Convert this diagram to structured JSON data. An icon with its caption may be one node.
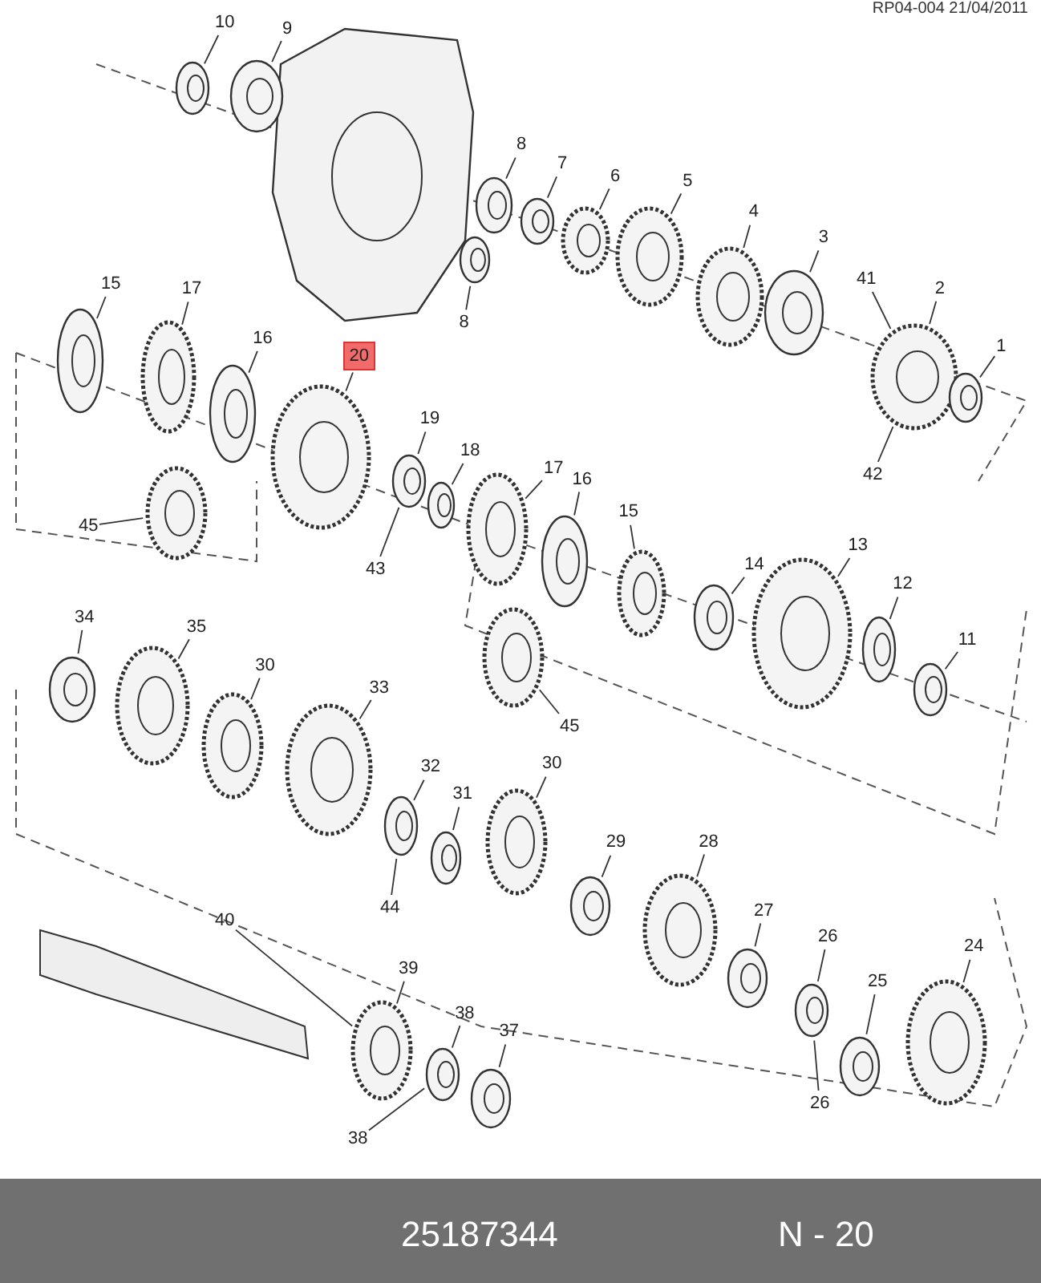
{
  "diagram": {
    "nodes": [
      {
        "text": [
          "10"
        ]
      },
      {
        "text": [
          "9"
        ]
      },
      {
        "text": [
          "8"
        ]
      },
      {
        "text": [
          "7"
        ]
      },
      {
        "text": [
          "6"
        ]
      },
      {
        "text": [
          "5"
        ]
      },
      {
        "text": [
          "8"
        ]
      },
      {
        "text": [
          "4"
        ]
      },
      {
        "text": [
          "3"
        ]
      },
      {
        "text": [
          "41"
        ]
      },
      {
        "text": [
          "2"
        ]
      },
      {
        "text": [
          "1"
        ]
      },
      {
        "text": [
          "42"
        ]
      },
      {
        "text": [
          "15"
        ]
      },
      {
        "text": [
          "17"
        ]
      },
      {
        "text": [
          "16"
        ]
      },
      {
        "text": [
          "20"
        ]
      },
      {
        "text": [
          "19"
        ]
      },
      {
        "text": [
          "18"
        ]
      },
      {
        "text": [
          "45"
        ]
      },
      {
        "text": [
          "43"
        ]
      },
      {
        "text": [
          "17"
        ]
      },
      {
        "text": [
          "16"
        ]
      },
      {
        "text": [
          "15"
        ]
      },
      {
        "text": [
          "14"
        ]
      },
      {
        "text": [
          "13"
        ]
      },
      {
        "text": [
          "12"
        ]
      },
      {
        "text": [
          "11"
        ]
      },
      {
        "text": [
          "45"
        ]
      },
      {
        "text": [
          "34"
        ]
      },
      {
        "text": [
          "35"
        ]
      },
      {
        "text": [
          "30"
        ]
      },
      {
        "text": [
          "33"
        ]
      },
      {
        "text": [
          "32"
        ]
      },
      {
        "text": [
          "31"
        ]
      },
      {
        "text": [
          "44"
        ]
      },
      {
        "text": [
          "30"
        ]
      },
      {
        "text": [
          "29"
        ]
      },
      {
        "text": [
          "28"
        ]
      },
      {
        "text": [
          "27"
        ]
      },
      {
        "text": [
          "26"
        ]
      },
      {
        "text": [
          "25"
        ]
      },
      {
        "text": [
          "24"
        ]
      },
      {
        "text": [
          "26"
        ]
      },
      {
        "text": [
          "40"
        ]
      },
      {
        "text": [
          "39"
        ]
      },
      {
        "text": [
          "38"
        ]
      },
      {
        "text": [
          "37"
        ]
      },
      {
        "text": [
          "38"
        ]
      }
    ],
    "edges": [
      {
        "from": 0,
        "to": null,
        "arrow": "none"
      },
      {
        "from": 1,
        "to": null,
        "arrow": "none"
      },
      {
        "from": 2,
        "to": null,
        "arrow": "none"
      },
      {
        "from": 3,
        "to": null,
        "arrow": "none"
      },
      {
        "from": 4,
        "to": null,
        "arrow": "none"
      },
      {
        "from": 5,
        "to": null,
        "arrow": "none"
      },
      {
        "from": 6,
        "to": null,
        "arrow": "none"
      },
      {
        "from": 7,
        "to": null,
        "arrow": "none"
      },
      {
        "from": 8,
        "to": null,
        "arrow": "none"
      },
      {
        "from": 9,
        "to": null,
        "arrow": "none"
      },
      {
        "from": 10,
        "to": null,
        "arrow": "none"
      },
      {
        "from": 11,
        "to": null,
        "arrow": "none"
      },
      {
        "from": 12,
        "to": null,
        "arrow": "none"
      },
      {
        "from": 13,
        "to": null,
        "arrow": "none"
      },
      {
        "from": 14,
        "to": null,
        "arrow": "none"
      },
      {
        "from": 15,
        "to": null,
        "arrow": "none"
      },
      {
        "from": 16,
        "to": null,
        "arrow": "none"
      },
      {
        "from": 17,
        "to": null,
        "arrow": "none"
      },
      {
        "from": 18,
        "to": null,
        "arrow": "none"
      },
      {
        "from": 19,
        "to": null,
        "arrow": "none"
      },
      {
        "from": 20,
        "to": null,
        "arrow": "none"
      },
      {
        "from": 21,
        "to": null,
        "arrow": "none"
      },
      {
        "from": 22,
        "to": null,
        "arrow": "none"
      },
      {
        "from": 23,
        "to": null,
        "arrow": "none"
      },
      {
        "from": 24,
        "to": null,
        "arrow": "none"
      },
      {
        "from": 25,
        "to": null,
        "arrow": "none"
      },
      {
        "from": 26,
        "to": null,
        "arrow": "none"
      },
      {
        "from": 27,
        "to": null,
        "arrow": "none"
      },
      {
        "from": 28,
        "to": null,
        "arrow": "none"
      },
      {
        "from": 29,
        "to": null,
        "arrow": "none"
      },
      {
        "from": 30,
        "to": null,
        "arrow": "none"
      },
      {
        "from": 31,
        "to": null,
        "arrow": "none"
      },
      {
        "from": 32,
        "to": null,
        "arrow": "none"
      },
      {
        "from": 33,
        "to": null,
        "arrow": "none"
      },
      {
        "from": 34,
        "to": null,
        "arrow": "none"
      },
      {
        "from": 35,
        "to": null,
        "arrow": "none"
      },
      {
        "from": 36,
        "to": null,
        "arrow": "none"
      },
      {
        "from": 37,
        "to": null,
        "arrow": "none"
      },
      {
        "from": 38,
        "to": null,
        "arrow": "none"
      },
      {
        "from": 39,
        "to": null,
        "arrow": "none"
      },
      {
        "from": 40,
        "to": null,
        "arrow": "none"
      },
      {
        "from": 41,
        "to": null,
        "arrow": "none"
      },
      {
        "from": 42,
        "to": null,
        "arrow": "none"
      },
      {
        "from": 43,
        "to": null,
        "arrow": "none"
      },
      {
        "from": 44,
        "to": null,
        "arrow": "none"
      },
      {
        "from": 45,
        "to": null,
        "arrow": "none"
      },
      {
        "from": 46,
        "to": null,
        "arrow": "none"
      },
      {
        "from": 47,
        "to": null,
        "arrow": "none"
      },
      {
        "from": 48,
        "to": null,
        "arrow": "none"
      }
    ],
    "labels": [
      "RP04-004 21/04/2011",
      "25187344",
      "N - 20"
    ]
  }
}
